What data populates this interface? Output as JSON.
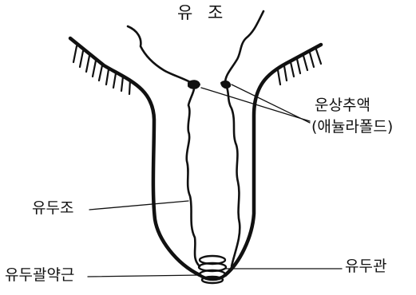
{
  "labels": {
    "top": "유 조",
    "right_line1": "운상추액",
    "right_line2": "(애뉼라폴드)",
    "left_middle": "유두조",
    "bottom_left": "유두괄약근",
    "bottom_right": "유두관"
  },
  "colors": {
    "ink": "#111111",
    "background": "#ffffff"
  }
}
